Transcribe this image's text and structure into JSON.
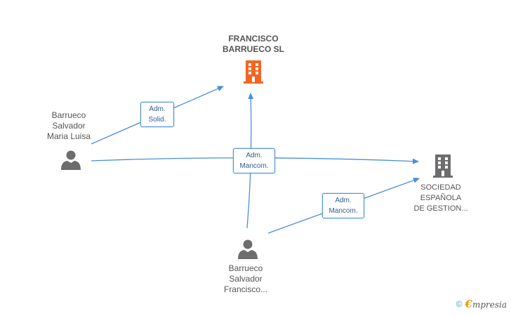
{
  "nodes": {
    "company_main": {
      "line1": "FRANCISCO",
      "line2": "BARRUECO SL",
      "color": "#f26522",
      "icon": "building-icon"
    },
    "company_other": {
      "label": "SOCIEDAD\nESPAÑOLA\nDE GESTION...",
      "color": "#6d6d6d",
      "icon": "building-icon"
    },
    "person_1": {
      "label": "Barrueco\nSalvador\nMaria Luisa",
      "icon": "person-icon"
    },
    "person_2": {
      "label": "Barrueco\nSalvador\nFrancisco...",
      "icon": "person-icon"
    }
  },
  "roles": {
    "role_1": {
      "line1": "Adm.",
      "line2": "Solid."
    },
    "role_2": {
      "line1": "Adm.",
      "line2": "Mancom."
    },
    "role_3": {
      "line1": "Adm.",
      "line2": "Mancom."
    }
  },
  "footer": {
    "copyright": "©",
    "brand_initial": "€",
    "brand_rest": "mpresia"
  },
  "colors": {
    "edge": "#4a8fd8",
    "person": "#6d6d6d"
  }
}
